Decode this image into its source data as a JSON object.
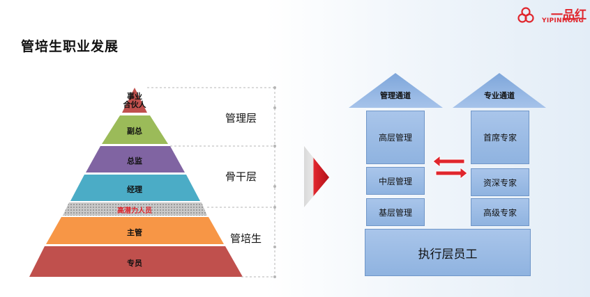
{
  "page": {
    "title": "管培生职业发展"
  },
  "logo": {
    "name": "一品红",
    "sub": "YIPINHONG"
  },
  "pyramid": {
    "levels": [
      {
        "label": "事业合伙人",
        "color": "#c0504d"
      },
      {
        "label": "副总",
        "color": "#9bbb59"
      },
      {
        "label": "总监",
        "color": "#8064a2"
      },
      {
        "label": "经理",
        "color": "#4bacc6"
      },
      {
        "label": "高潜力人员",
        "color": "#e0262d"
      },
      {
        "label": "主管",
        "color": "#f79646"
      },
      {
        "label": "专员",
        "color": "#c0504d"
      }
    ],
    "groups": [
      "管理层",
      "骨干层",
      "管培生"
    ]
  },
  "channels": {
    "management": {
      "title": "管理通道",
      "items": [
        "高层管理",
        "中层管理",
        "基层管理"
      ]
    },
    "professional": {
      "title": "专业通道",
      "items": [
        "首席专家",
        "资深专家",
        "高级专家"
      ]
    },
    "base": "执行层员工"
  }
}
